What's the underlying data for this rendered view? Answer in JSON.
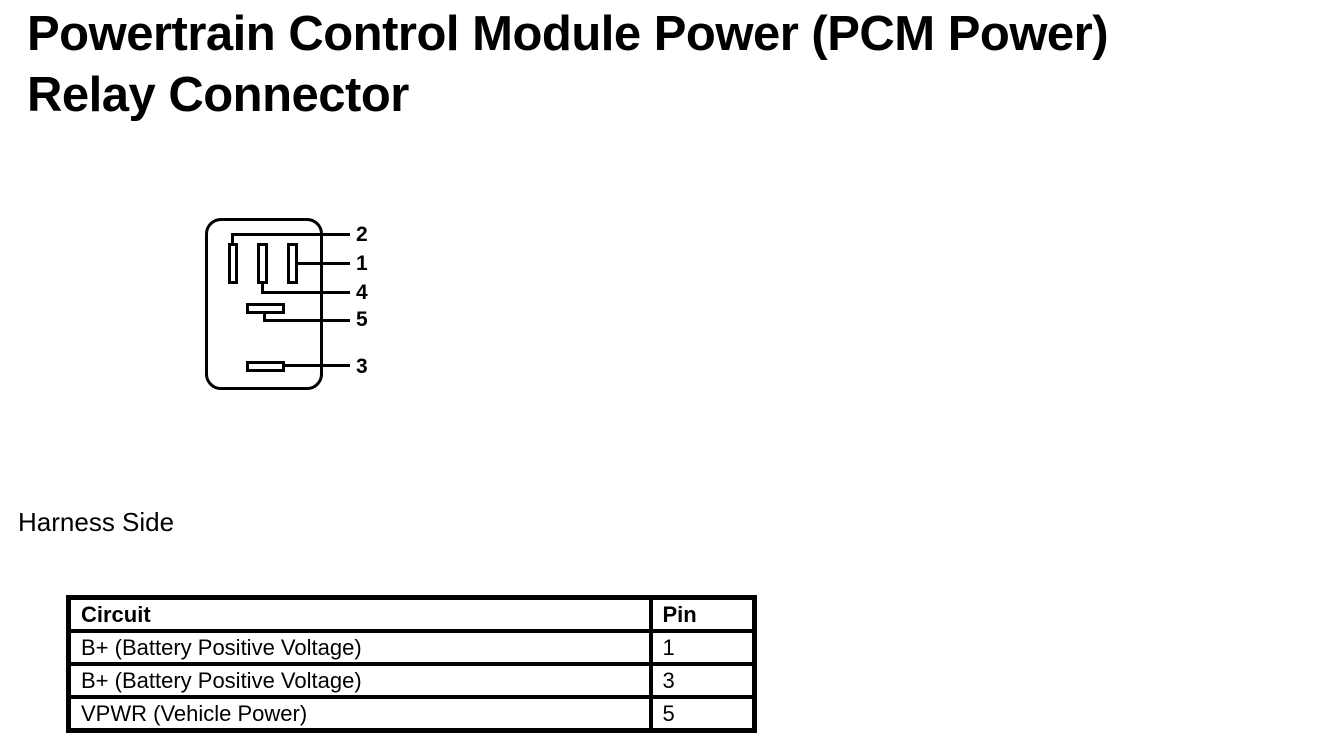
{
  "page": {
    "background_color": "#ffffff",
    "foreground_color": "#000000"
  },
  "title": {
    "line1": "Powertrain Control Module Power (PCM Power)",
    "line2": "Relay Connector"
  },
  "diagram": {
    "pin_labels": [
      "2",
      "1",
      "4",
      "5",
      "3"
    ]
  },
  "harness_side_label": "Harness Side",
  "pin_table": {
    "headers": {
      "circuit": "Circuit",
      "pin": "Pin"
    },
    "rows": [
      {
        "circuit": "B+ (Battery Positive Voltage)",
        "pin": "1"
      },
      {
        "circuit": "B+ (Battery Positive Voltage)",
        "pin": "3"
      },
      {
        "circuit": "VPWR (Vehicle Power)",
        "pin": "5"
      }
    ]
  }
}
